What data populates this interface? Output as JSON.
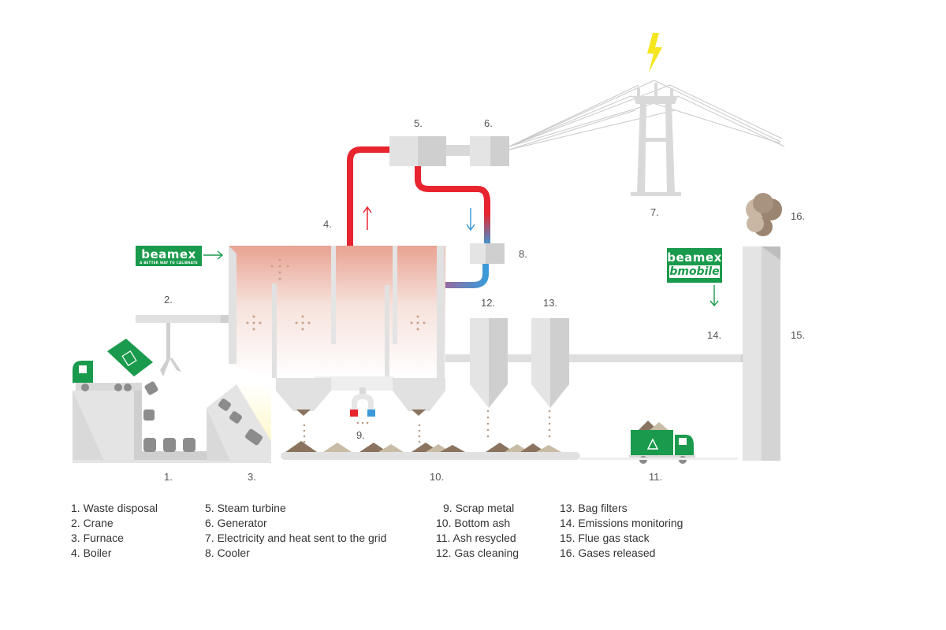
{
  "labels": {
    "n1": "1.",
    "n2": "2.",
    "n3": "3.",
    "n4": "4.",
    "n5": "5.",
    "n6": "6.",
    "n7": "7.",
    "n8": "8.",
    "n9": "9.",
    "n10": "10.",
    "n11": "11.",
    "n12": "12.",
    "n13": "13.",
    "n14": "14.",
    "n15": "15.",
    "n16": "16."
  },
  "legend": {
    "col1": [
      "1. Waste disposal",
      "2. Crane",
      "3. Furnace",
      "4. Boiler"
    ],
    "col2": [
      "5. Steam turbine",
      "6. Generator",
      "7. Electricity and heat sent to the grid",
      "8. Cooler"
    ],
    "col3": [
      "9. Scrap metal",
      "10. Bottom ash",
      "11. Ash resycled",
      "12. Gas cleaning"
    ],
    "col4": [
      "13. Bag filters",
      "14. Emissions monitoring",
      "15. Flue gas stack",
      "16. Gases released"
    ]
  },
  "badges": {
    "left": {
      "brand": "beamex",
      "tagline": "A BETTER WAY TO CALIBRATE"
    },
    "right": {
      "brand": "beamex",
      "product": "bmobile"
    }
  },
  "colors": {
    "hot_pipe": "#e8252f",
    "cold_pipe": "#3a9ad9",
    "brand_green": "#1a9a4c",
    "lightning": "#f5e61f",
    "structure_gray": "#d9d9d9",
    "ash_brown": "#8a7460"
  }
}
